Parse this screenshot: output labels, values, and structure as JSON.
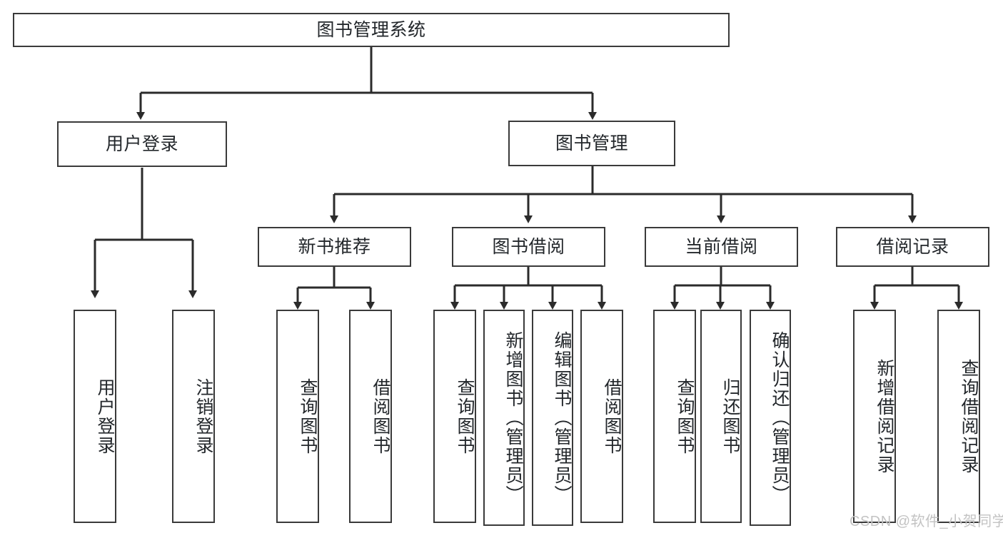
{
  "diagram": {
    "title": "图书管理系统",
    "type": "tree-hierarchy",
    "watermark": "CSDN @软件_小贺同学",
    "colors": {
      "node_border": "#3a3a3a",
      "node_fill": "#ffffff",
      "edge": "#2b2b2b",
      "text": "#23272b",
      "watermark": "#c3c3c3",
      "background": "#ffffff"
    },
    "root": {
      "label": "图书管理系统"
    },
    "level2": [
      {
        "label": "用户登录"
      },
      {
        "label": "图书管理"
      }
    ],
    "level3": [
      {
        "label": "新书推荐"
      },
      {
        "label": "图书借阅"
      },
      {
        "label": "当前借阅"
      },
      {
        "label": "借阅记录"
      }
    ],
    "leaves": {
      "user_login": [
        {
          "label": "用户登录"
        },
        {
          "label": "注销登录"
        }
      ],
      "new_book_recommend": [
        {
          "label": "查询图书"
        },
        {
          "label": "借阅图书"
        }
      ],
      "book_borrow": [
        {
          "label": "查询图书"
        },
        {
          "label": "新增图书（管理员）"
        },
        {
          "label": "编辑图书（管理员）"
        },
        {
          "label": "借阅图书"
        }
      ],
      "current_borrow": [
        {
          "label": "查询图书"
        },
        {
          "label": "归还图书"
        },
        {
          "label": "确认归还（管理员）"
        }
      ],
      "borrow_record": [
        {
          "label": "新增借阅记录"
        },
        {
          "label": "查询借阅记录"
        }
      ]
    }
  }
}
